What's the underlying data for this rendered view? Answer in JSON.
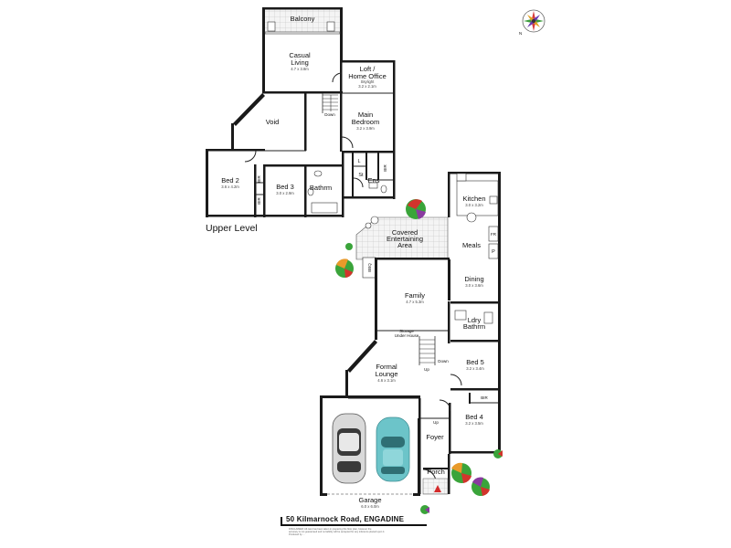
{
  "level_label": "Upper Level",
  "address": "50 Kilmarnock Road, ENGADINE",
  "disclaimer": [
    "DISCLAIMER: All care has been taken in preparing this floor plan, however the",
    "accuracy is not guaranteed and no liability will be accepted for any inference placed upon it.",
    "Produced by ..."
  ],
  "rooms": {
    "balcony": {
      "name": "Balcony"
    },
    "casual_living": {
      "name_lines": [
        "Casual",
        "Living"
      ],
      "dims": "4.7 x 3.8m"
    },
    "loft": {
      "name_lines": [
        "Loft /",
        "Home Office"
      ],
      "note": "Skylight",
      "dims": "3.2 x 2.1m"
    },
    "void": {
      "name": "Void"
    },
    "main_bedroom": {
      "name_lines": [
        "Main",
        "Bedroom"
      ],
      "dims": "3.2 x 3.9m"
    },
    "bed2": {
      "name": "Bed 2",
      "dims": "3.6 x 4.2m"
    },
    "bed3": {
      "name": "Bed 3",
      "dims": "3.0 x 2.9m"
    },
    "bathroom": {
      "name": "Bathrm"
    },
    "ens": {
      "name": "Ens"
    },
    "kitchen": {
      "name": "Kitchen",
      "dims": "3.0 x 3.2m"
    },
    "covered_entertaining": {
      "name_lines": [
        "Covered",
        "Entertaining",
        "Area"
      ]
    },
    "meals": {
      "name": "Meals"
    },
    "dining": {
      "name": "Dining",
      "dims": "3.0 x 3.6m"
    },
    "family": {
      "name": "Family",
      "dims": "4.7 x 5.3m"
    },
    "storage": {
      "name_lines": [
        "Storage",
        "Under House"
      ]
    },
    "ldry": {
      "name_lines": [
        "Ldry",
        "Bathrm"
      ]
    },
    "bed5": {
      "name": "Bed 5",
      "dims": "3.2 x 3.4m"
    },
    "formal_lounge": {
      "name_lines": [
        "Formal",
        "Lounge"
      ],
      "dims": "4.6 x 3.1m"
    },
    "bed4": {
      "name": "Bed 4",
      "dims": "3.2 x 3.5m"
    },
    "foyer": {
      "name": "Foyer"
    },
    "porch": {
      "name": "Porch"
    },
    "garage": {
      "name": "Garage",
      "dims": "6.0 x 6.0m"
    }
  },
  "fixtures": {
    "bir": "BIR",
    "l": "L",
    "st": "St",
    "fr": "FR",
    "p": "P",
    "bbq": "BBQ",
    "down": "Down",
    "up": "Up"
  },
  "colors": {
    "wall": "#1a1a1a",
    "tile_fill": "#f2f2f2",
    "tree_green": "#3aa43a",
    "tree_red": "#d2342c",
    "tree_orange": "#e89a2a",
    "tree_purple": "#8a3aa0",
    "car_white": "#d9d9d9",
    "car_teal": "#6cc4c9",
    "entry_marker": "#d42a2a"
  }
}
